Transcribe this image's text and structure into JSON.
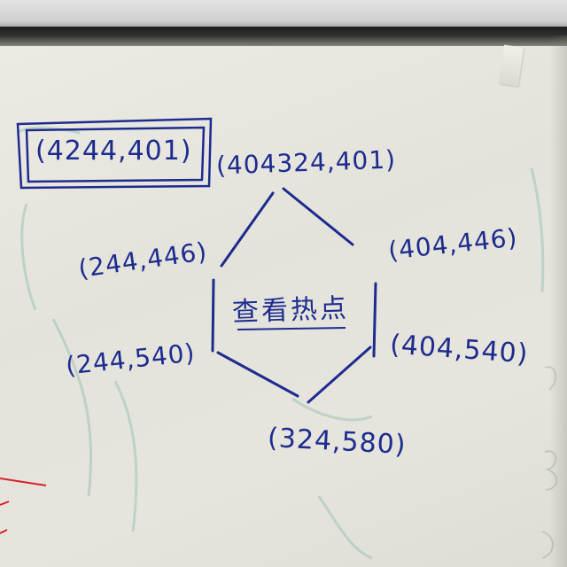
{
  "note": {
    "boxed_label": "(4244,401)",
    "center_label": "查看热点",
    "coordinates": [
      {
        "id": "top-right",
        "text": "(404324,401)"
      },
      {
        "id": "mid-left",
        "text": "(244,446)"
      },
      {
        "id": "mid-right",
        "text": "(404,446)"
      },
      {
        "id": "lower-left",
        "text": "(244,540)"
      },
      {
        "id": "lower-right",
        "text": "(404,540)"
      },
      {
        "id": "bottom",
        "text": "(324,580)"
      }
    ]
  },
  "colors": {
    "ink": "#1d2b8f",
    "paper": "#e8e7df",
    "faint_marks": "#9fc2b6",
    "red_marks": "#d8202a"
  }
}
